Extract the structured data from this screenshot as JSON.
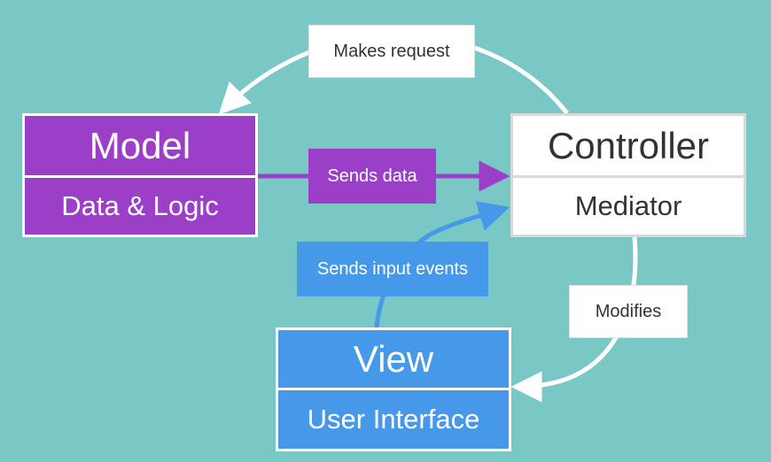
{
  "colors": {
    "background": "#79c8c6",
    "model": "#9b3fc9",
    "controller": "#ffffff",
    "view": "#4698e8",
    "arrow_white": "#ffffff",
    "arrow_purple": "#9b3fc9",
    "arrow_blue": "#4698e8"
  },
  "boxes": {
    "model": {
      "title": "Model",
      "subtitle": "Data & Logic"
    },
    "controller": {
      "title": "Controller",
      "subtitle": "Mediator"
    },
    "view": {
      "title": "View",
      "subtitle": "User Interface"
    }
  },
  "edges": {
    "makes_request": "Makes request",
    "sends_data": "Sends data",
    "sends_input_events": "Sends input events",
    "modifies": "Modifies"
  }
}
